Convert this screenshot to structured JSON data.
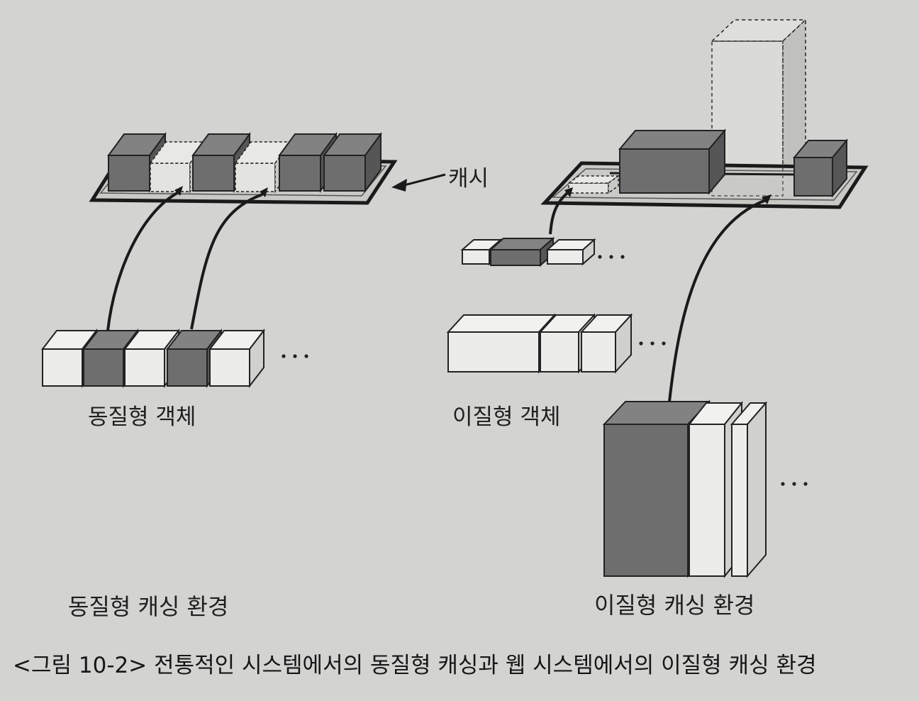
{
  "labels": {
    "cache": "캐시",
    "homogeneous_objects": "동질형 객체",
    "heterogeneous_objects": "이질형 객체",
    "homogeneous_env": "동질형 캐싱 환경",
    "heterogeneous_env": "이질형 캐싱 환경",
    "ellipsis": "· · ·"
  },
  "caption": "<그림 10-2> 전통적인 시스템에서의 동질형 캐싱과 웹 시스템에서의 이질형 캐싱 환경",
  "colors": {
    "background": "#d3d3d1",
    "dark_box": "#6e6e6e",
    "light_box": "#ececea",
    "line": "#1a1a1a"
  }
}
